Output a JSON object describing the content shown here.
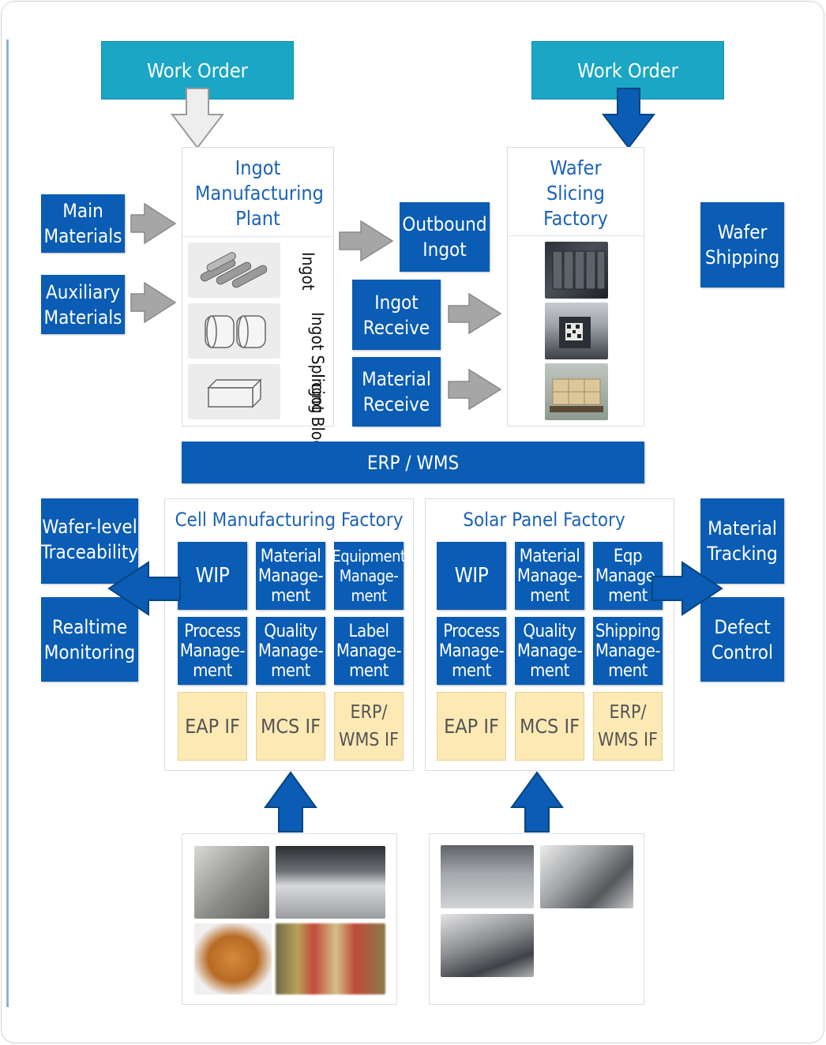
{
  "work_orders": [
    "Work Order",
    "Work Order"
  ],
  "inputs": [
    "Main Materials",
    "Auxiliary Materials"
  ],
  "ingot_plant": {
    "title": "Ingot Manufacturing Plant",
    "steps": [
      "Ingot",
      "Ingot Splicing",
      "Ingot Block"
    ]
  },
  "outbound": "Outbound Ingot",
  "receives": [
    "Ingot Receive",
    "Material Receive"
  ],
  "wafer_factory": {
    "title": "Wafer Slicing Factory"
  },
  "wafer_shipping": "Wafer Shipping",
  "erp_bar": "ERP / WMS",
  "left_outputs": [
    "Wafer-level Traceability",
    "Realtime Monitoring"
  ],
  "right_outputs": [
    "Material Tracking",
    "Defect Control"
  ],
  "cell_factory": {
    "title": "Cell Manufacturing Factory",
    "modules": [
      "WIP",
      "Material Manage-ment",
      "Equipment Manage-ment",
      "Process Manage-ment",
      "Quality Manage-ment",
      "Label Manage-ment"
    ],
    "interfaces": [
      "EAP IF",
      "MCS IF",
      "ERP/ WMS IF"
    ]
  },
  "solar_factory": {
    "title": "Solar Panel Factory",
    "modules": [
      "WIP",
      "Material Manage-ment",
      "Eqp Manage-ment",
      "Process Manage-ment",
      "Quality Manage-ment",
      "Shipping Manage-ment"
    ],
    "interfaces": [
      "EAP IF",
      "MCS IF",
      "ERP/ WMS IF"
    ]
  },
  "colors": {
    "primary_blue": "#0a5cb4",
    "cyan": "#1aa6c4",
    "interface_yellow": "#fce9b4",
    "gray_arrow": "#a6a6a6"
  }
}
